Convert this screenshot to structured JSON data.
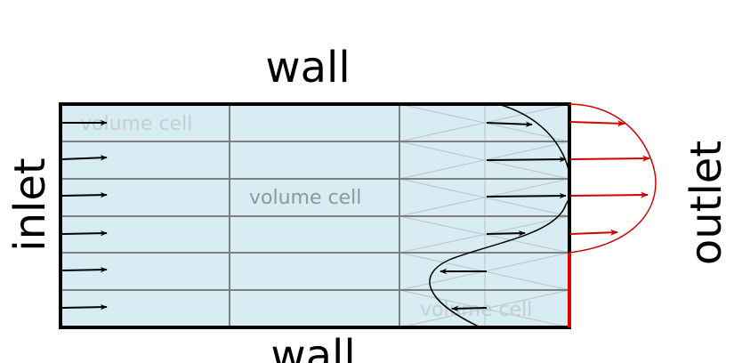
{
  "labels": {
    "wall_top": "wall",
    "wall_bottom": "wall",
    "inlet": "inlet",
    "outlet": "outlet",
    "cell_top_left": "volume cell",
    "cell_center": "volume cell",
    "cell_bottom_right": "volume cell"
  },
  "colors": {
    "fluid_fill": "#d7edf3",
    "grid_line": "#7f7f7f",
    "border": "#000000",
    "outlet_highlight": "#e00000",
    "cell_label_faint": "#c2cfd4",
    "cell_label": "#8d999e",
    "vector_black": "#000000",
    "vector_red": "#d40000"
  }
}
